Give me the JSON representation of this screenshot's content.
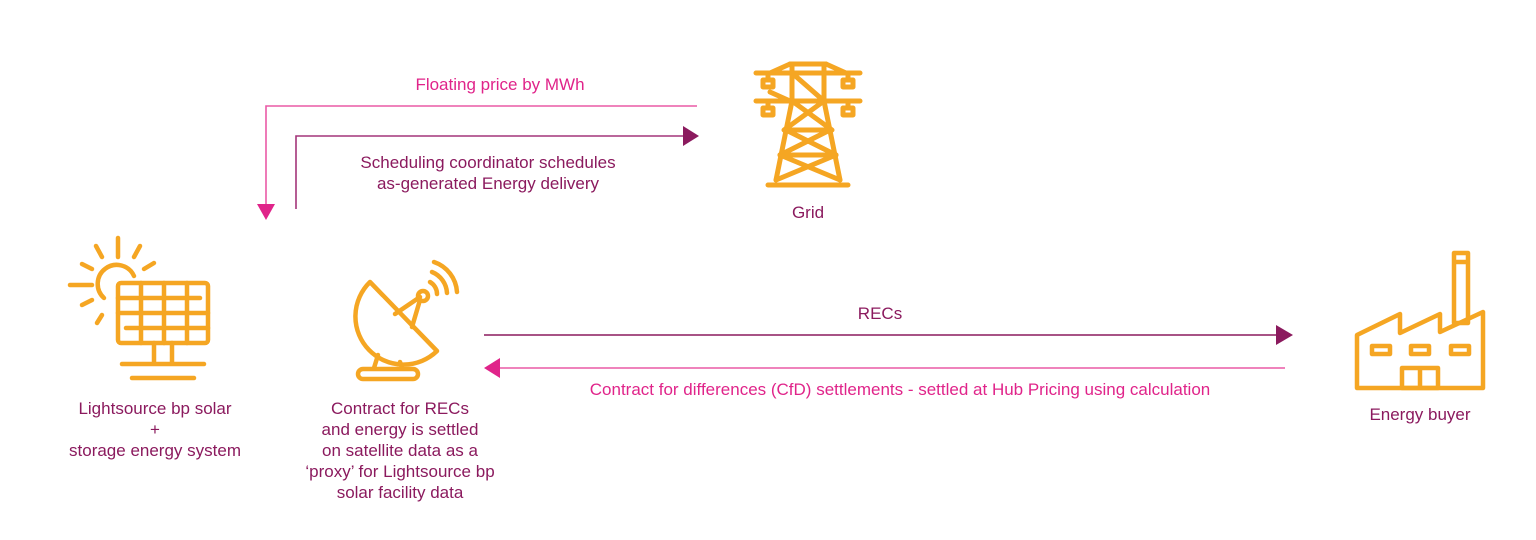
{
  "colors": {
    "icon": "#f5a623",
    "plum": "#8b1a5e",
    "magenta": "#e0248a",
    "magenta_light": "#ea5aa6"
  },
  "nodes": {
    "solar": {
      "icon": "solar-panel-icon",
      "label_lines": [
        "Lightsource bp solar",
        "+",
        "storage energy system"
      ]
    },
    "satellite": {
      "icon": "satellite-dish-icon",
      "label_lines": [
        "Contract for RECs",
        "and energy is settled",
        "on satellite data as a",
        "‘proxy’ for Lightsource bp",
        "solar facility data"
      ]
    },
    "grid": {
      "icon": "transmission-tower-icon",
      "label": "Grid"
    },
    "buyer": {
      "icon": "factory-icon",
      "label": "Energy buyer"
    }
  },
  "flows": {
    "floating_price": {
      "label": "Floating price by MWh",
      "direction": "grid-to-solar"
    },
    "scheduling": {
      "label_lines": [
        "Scheduling coordinator schedules",
        "as-generated Energy delivery"
      ],
      "direction": "solar-to-grid"
    },
    "recs": {
      "label": "RECs",
      "direction": "satellite-to-buyer"
    },
    "cfd": {
      "label": "Contract for differences (CfD) settlements - settled at Hub Pricing using calculation",
      "direction": "buyer-to-satellite"
    }
  }
}
